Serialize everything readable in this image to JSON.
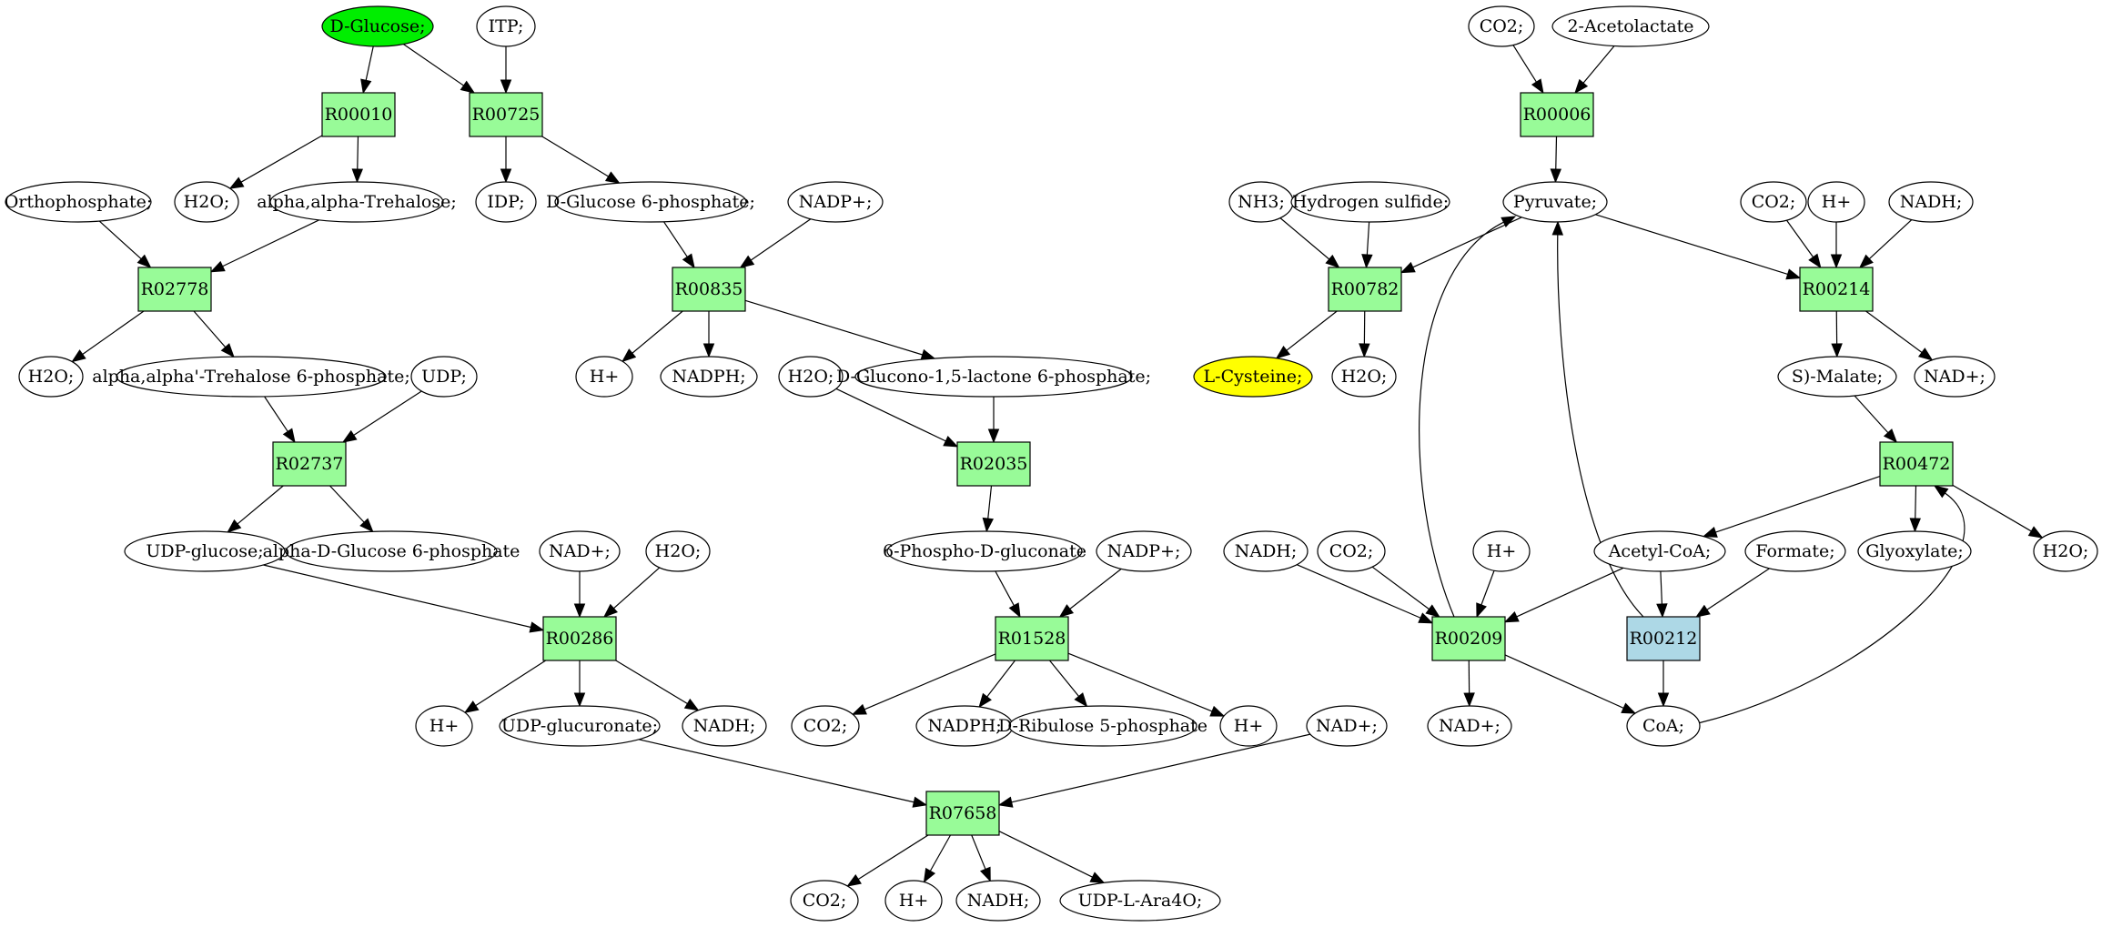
{
  "diagram": {
    "colors": {
      "reaction": "#98fb98",
      "reaction_highlight": "#add8e6",
      "start_metabolite": "#00ee00",
      "target_metabolite": "#ffff00",
      "metabolite": "#ffffff",
      "stroke": "#000000"
    },
    "nodes": [
      {
        "id": "dglucose",
        "kind": "metabolite",
        "fill": "start_metabolite",
        "label": "D-Glucose;"
      },
      {
        "id": "itp",
        "kind": "metabolite",
        "label": "ITP;"
      },
      {
        "id": "r00010",
        "kind": "reaction",
        "label": "R00010"
      },
      {
        "id": "r00725",
        "kind": "reaction",
        "label": "R00725"
      },
      {
        "id": "orthophosphate",
        "kind": "metabolite",
        "label": "Orthophosphate;"
      },
      {
        "id": "h2o_a",
        "kind": "metabolite",
        "label": "H2O;"
      },
      {
        "id": "trehalose",
        "kind": "metabolite",
        "label": "alpha,alpha-Trehalose;"
      },
      {
        "id": "idp",
        "kind": "metabolite",
        "label": "IDP;"
      },
      {
        "id": "g6p",
        "kind": "metabolite",
        "label": "D-Glucose 6-phosphate;"
      },
      {
        "id": "nadp_a",
        "kind": "metabolite",
        "label": "NADP+;"
      },
      {
        "id": "r02778",
        "kind": "reaction",
        "label": "R02778"
      },
      {
        "id": "r00835",
        "kind": "reaction",
        "label": "R00835"
      },
      {
        "id": "h2o_b",
        "kind": "metabolite",
        "label": "H2O;"
      },
      {
        "id": "t6p",
        "kind": "metabolite",
        "label": "alpha,alpha'-Trehalose 6-phosphate;"
      },
      {
        "id": "udp",
        "kind": "metabolite",
        "label": "UDP;"
      },
      {
        "id": "hplus_a",
        "kind": "metabolite",
        "label": "H+"
      },
      {
        "id": "nadph_a",
        "kind": "metabolite",
        "label": "NADPH;"
      },
      {
        "id": "h2o_c",
        "kind": "metabolite",
        "label": "H2O;"
      },
      {
        "id": "glucono",
        "kind": "metabolite",
        "label": "D-Glucono-1,5-lactone 6-phosphate;"
      },
      {
        "id": "r02737",
        "kind": "reaction",
        "label": "R02737"
      },
      {
        "id": "r02035",
        "kind": "reaction",
        "label": "R02035"
      },
      {
        "id": "udpglucose",
        "kind": "metabolite",
        "label": "UDP-glucose;"
      },
      {
        "id": "ag6p",
        "kind": "metabolite",
        "label": "alpha-D-Glucose 6-phosphate"
      },
      {
        "id": "nad_a",
        "kind": "metabolite",
        "label": "NAD+;"
      },
      {
        "id": "h2o_d",
        "kind": "metabolite",
        "label": "H2O;"
      },
      {
        "id": "phosphogluconate",
        "kind": "metabolite",
        "label": "6-Phospho-D-gluconate"
      },
      {
        "id": "nadp_b",
        "kind": "metabolite",
        "label": "NADP+;"
      },
      {
        "id": "r00286",
        "kind": "reaction",
        "label": "R00286"
      },
      {
        "id": "r01528",
        "kind": "reaction",
        "label": "R01528"
      },
      {
        "id": "hplus_b",
        "kind": "metabolite",
        "label": "H+"
      },
      {
        "id": "udpglucuronate",
        "kind": "metabolite",
        "label": "UDP-glucuronate;"
      },
      {
        "id": "nadh_a",
        "kind": "metabolite",
        "label": "NADH;"
      },
      {
        "id": "co2_a",
        "kind": "metabolite",
        "label": "CO2;"
      },
      {
        "id": "nadph_b",
        "kind": "metabolite",
        "label": "NADPH;"
      },
      {
        "id": "ribulose",
        "kind": "metabolite",
        "label": "D-Ribulose 5-phosphate"
      },
      {
        "id": "hplus_c",
        "kind": "metabolite",
        "label": "H+"
      },
      {
        "id": "nad_b",
        "kind": "metabolite",
        "label": "NAD+;"
      },
      {
        "id": "r07658",
        "kind": "reaction",
        "label": "R07658"
      },
      {
        "id": "co2_b",
        "kind": "metabolite",
        "label": "CO2;"
      },
      {
        "id": "hplus_d",
        "kind": "metabolite",
        "label": "H+"
      },
      {
        "id": "nadh_b",
        "kind": "metabolite",
        "label": "NADH;"
      },
      {
        "id": "udpara",
        "kind": "metabolite",
        "label": "UDP-L-Ara4O;"
      },
      {
        "id": "co2_c",
        "kind": "metabolite",
        "label": "CO2;"
      },
      {
        "id": "acetolactate",
        "kind": "metabolite",
        "label": "2-Acetolactate"
      },
      {
        "id": "r00006",
        "kind": "reaction",
        "label": "R00006"
      },
      {
        "id": "nh3",
        "kind": "metabolite",
        "label": "NH3;"
      },
      {
        "id": "h2s",
        "kind": "metabolite",
        "label": "Hydrogen sulfide;"
      },
      {
        "id": "pyruvate",
        "kind": "metabolite",
        "label": "Pyruvate;"
      },
      {
        "id": "co2_d",
        "kind": "metabolite",
        "label": "CO2;"
      },
      {
        "id": "hplus_e",
        "kind": "metabolite",
        "label": "H+"
      },
      {
        "id": "nadh_c",
        "kind": "metabolite",
        "label": "NADH;"
      },
      {
        "id": "r00782",
        "kind": "reaction",
        "label": "R00782"
      },
      {
        "id": "r00214",
        "kind": "reaction",
        "label": "R00214"
      },
      {
        "id": "lcysteine",
        "kind": "metabolite",
        "fill": "target_metabolite",
        "label": "L-Cysteine;"
      },
      {
        "id": "h2o_e",
        "kind": "metabolite",
        "label": "H2O;"
      },
      {
        "id": "smalate",
        "kind": "metabolite",
        "label": "S)-Malate;"
      },
      {
        "id": "nad_c",
        "kind": "metabolite",
        "label": "NAD+;"
      },
      {
        "id": "r00472",
        "kind": "reaction",
        "label": "R00472"
      },
      {
        "id": "nadh_d",
        "kind": "metabolite",
        "label": "NADH;"
      },
      {
        "id": "co2_e",
        "kind": "metabolite",
        "label": "CO2;"
      },
      {
        "id": "hplus_f",
        "kind": "metabolite",
        "label": "H+"
      },
      {
        "id": "acetylcoa",
        "kind": "metabolite",
        "label": "Acetyl-CoA;"
      },
      {
        "id": "formate",
        "kind": "metabolite",
        "label": "Formate;"
      },
      {
        "id": "glyoxylate",
        "kind": "metabolite",
        "label": "Glyoxylate;"
      },
      {
        "id": "h2o_f",
        "kind": "metabolite",
        "label": "H2O;"
      },
      {
        "id": "r00209",
        "kind": "reaction",
        "label": "R00209"
      },
      {
        "id": "r00212",
        "kind": "reaction",
        "fill": "reaction_highlight",
        "label": "R00212"
      },
      {
        "id": "nad_d",
        "kind": "metabolite",
        "label": "NAD+;"
      },
      {
        "id": "coa",
        "kind": "metabolite",
        "label": "CoA;"
      }
    ],
    "edges": [
      [
        "dglucose",
        "r00010"
      ],
      [
        "dglucose",
        "r00725"
      ],
      [
        "itp",
        "r00725"
      ],
      [
        "r00010",
        "h2o_a"
      ],
      [
        "r00010",
        "trehalose"
      ],
      [
        "r00725",
        "idp"
      ],
      [
        "r00725",
        "g6p"
      ],
      [
        "orthophosphate",
        "r02778"
      ],
      [
        "trehalose",
        "r02778"
      ],
      [
        "r02778",
        "h2o_b"
      ],
      [
        "r02778",
        "t6p"
      ],
      [
        "g6p",
        "r00835"
      ],
      [
        "nadp_a",
        "r00835"
      ],
      [
        "r00835",
        "hplus_a"
      ],
      [
        "r00835",
        "nadph_a"
      ],
      [
        "r00835",
        "glucono"
      ],
      [
        "t6p",
        "r02737"
      ],
      [
        "udp",
        "r02737"
      ],
      [
        "r02737",
        "udpglucose"
      ],
      [
        "r02737",
        "ag6p"
      ],
      [
        "h2o_c",
        "r02035"
      ],
      [
        "glucono",
        "r02035"
      ],
      [
        "r02035",
        "phosphogluconate"
      ],
      [
        "udpglucose",
        "r00286"
      ],
      [
        "nad_a",
        "r00286"
      ],
      [
        "h2o_d",
        "r00286"
      ],
      [
        "r00286",
        "hplus_b"
      ],
      [
        "r00286",
        "udpglucuronate"
      ],
      [
        "r00286",
        "nadh_a"
      ],
      [
        "phosphogluconate",
        "r01528"
      ],
      [
        "nadp_b",
        "r01528"
      ],
      [
        "r01528",
        "co2_a"
      ],
      [
        "r01528",
        "nadph_b"
      ],
      [
        "r01528",
        "ribulose"
      ],
      [
        "r01528",
        "hplus_c"
      ],
      [
        "udpglucuronate",
        "r07658"
      ],
      [
        "nad_b",
        "r07658"
      ],
      [
        "r07658",
        "co2_b"
      ],
      [
        "r07658",
        "hplus_d"
      ],
      [
        "r07658",
        "nadh_b"
      ],
      [
        "r07658",
        "udpara"
      ],
      [
        "co2_c",
        "r00006"
      ],
      [
        "acetolactate",
        "r00006"
      ],
      [
        "r00006",
        "pyruvate"
      ],
      [
        "nh3",
        "r00782"
      ],
      [
        "h2s",
        "r00782"
      ],
      [
        "pyruvate",
        "r00782"
      ],
      [
        "r00782",
        "lcysteine"
      ],
      [
        "r00782",
        "h2o_e"
      ],
      [
        "pyruvate",
        "r00214"
      ],
      [
        "co2_d",
        "r00214"
      ],
      [
        "hplus_e",
        "r00214"
      ],
      [
        "nadh_c",
        "r00214"
      ],
      [
        "r00214",
        "smalate"
      ],
      [
        "r00214",
        "nad_c"
      ],
      [
        "smalate",
        "r00472"
      ],
      [
        "r00472",
        "acetylcoa"
      ],
      [
        "r00472",
        "glyoxylate"
      ],
      [
        "r00472",
        "h2o_f"
      ],
      [
        "nadh_d",
        "r00209"
      ],
      [
        "co2_e",
        "r00209"
      ],
      [
        "hplus_f",
        "r00209"
      ],
      [
        "acetylcoa",
        "r00209"
      ],
      [
        "r00209",
        "pyruvate"
      ],
      [
        "r00209",
        "nad_d"
      ],
      [
        "r00209",
        "coa"
      ],
      [
        "acetylcoa",
        "r00212"
      ],
      [
        "formate",
        "r00212"
      ],
      [
        "r00212",
        "pyruvate"
      ],
      [
        "r00212",
        "coa"
      ],
      [
        "coa",
        "r00472"
      ]
    ]
  }
}
